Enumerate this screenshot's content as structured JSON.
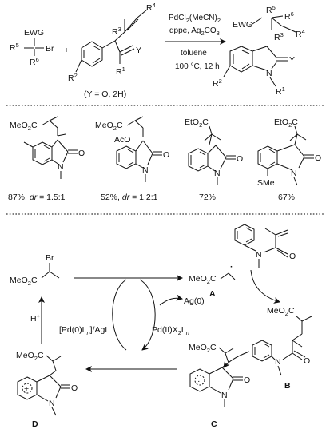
{
  "top_scheme": {
    "reagent_left": {
      "ewg": "EWG",
      "r5": "R",
      "r5_sup": "5",
      "br": "Br",
      "r6": "R",
      "r6_sup": "6"
    },
    "plus": "+",
    "substrate": {
      "r4": "R",
      "r4_sup": "4",
      "r3": "R",
      "r3_sup": "3",
      "r2": "R",
      "r2_sup": "2",
      "r1": "R",
      "r1_sup": "1",
      "y": "Y",
      "note": "(Y = O, 2H)"
    },
    "conditions": {
      "line1": "PdCl",
      "line1_sub": "2",
      "line1_tail": "(MeCN)",
      "line1_sub2": "2",
      "line2": "dppe, Ag",
      "line2_sub": "2",
      "line2_tail": "CO",
      "line2_sub2": "3",
      "line3": "toluene",
      "line4": "100 °C, 12 h"
    },
    "product": {
      "ewg": "EWG",
      "r5": "R",
      "r5_sup": "5",
      "r6": "R",
      "r6_sup": "6",
      "r3": "R",
      "r3_sup": "3",
      "r4": "R",
      "r4_sup": "4",
      "r2": "R",
      "r2_sup": "2",
      "r1": "R",
      "r1_sup": "1",
      "n": "N",
      "y": "Y"
    }
  },
  "examples": [
    {
      "ester": "MeO",
      "ester_sub": "2",
      "ester_tail": "C",
      "yield": "87%, ",
      "dr_label": "dr",
      "dr_value": " = 1.5:1"
    },
    {
      "ester": "MeO",
      "ester_sub": "2",
      "ester_tail": "C",
      "extra": "AcO",
      "yield": "52%, ",
      "dr_label": "dr",
      "dr_value": " = 1.2:1"
    },
    {
      "ester": "EtO",
      "ester_sub": "2",
      "ester_tail": "C",
      "yield": "72%"
    },
    {
      "ester": "EtO",
      "ester_sub": "2",
      "ester_tail": "C",
      "extra": "SMe",
      "yield": "67%"
    }
  ],
  "atom_labels": {
    "n": "N",
    "o": "O"
  },
  "mechanism": {
    "start_br": "Br",
    "start_ester": "MeO",
    "start_ester_sub": "2",
    "start_ester_tail": "C",
    "h_plus": "H",
    "h_plus_sup": "+",
    "cat_left": "[Pd(0)L",
    "cat_left_sub": "n",
    "cat_left_tail": "]/AgI",
    "cat_right": "Pd(II)X",
    "cat_right_sub": "2",
    "cat_right_tail": "L",
    "cat_right_sub2": "n",
    "ag0": "Ag(0)",
    "radical_ester": "MeO",
    "radical_ester_sub": "2",
    "radical_ester_tail": "C",
    "label_a": "A",
    "label_b": "B",
    "label_c": "C",
    "label_d": "D",
    "b_ester": "MeO",
    "b_ester_sub": "2",
    "b_ester_tail": "C",
    "c_ester": "MeO",
    "c_ester_sub": "2",
    "c_ester_tail": "C",
    "d_ester": "MeO",
    "d_ester_sub": "2",
    "d_ester_tail": "C",
    "n": "N",
    "o": "O",
    "plus": "+",
    "dot": "·"
  }
}
